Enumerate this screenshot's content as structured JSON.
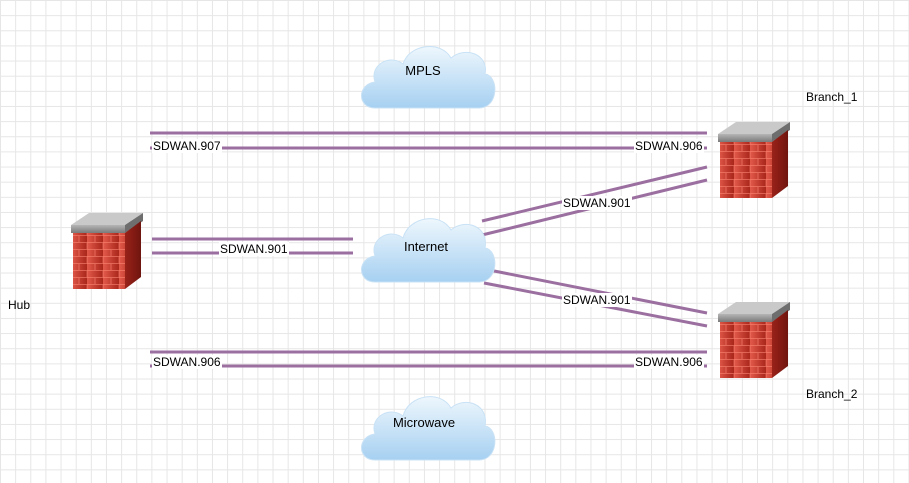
{
  "nodes": {
    "hub": {
      "label": "Hub",
      "icon": "firewall-icon"
    },
    "branch1": {
      "label": "Branch_1",
      "icon": "firewall-icon"
    },
    "branch2": {
      "label": "Branch_2",
      "icon": "firewall-icon"
    }
  },
  "clouds": {
    "mpls": {
      "label": "MPLS",
      "icon": "cloud-icon"
    },
    "internet": {
      "label": "Internet",
      "icon": "cloud-icon"
    },
    "microwave": {
      "label": "Microwave",
      "icon": "cloud-icon"
    }
  },
  "links": {
    "mpls_hub": "SDWAN.907",
    "mpls_branch1": "SDWAN.906",
    "hub_internet": "SDWAN.901",
    "internet_branch1": "SDWAN.901",
    "internet_branch2": "SDWAN.901",
    "microwave_hub": "SDWAN.906",
    "microwave_branch2": "SDWAN.906"
  },
  "colors": {
    "link": "#9b6fa0",
    "brick": "#c0392b",
    "cloud_top": "#e8f4fc",
    "cloud_bottom": "#a9d2f2"
  }
}
